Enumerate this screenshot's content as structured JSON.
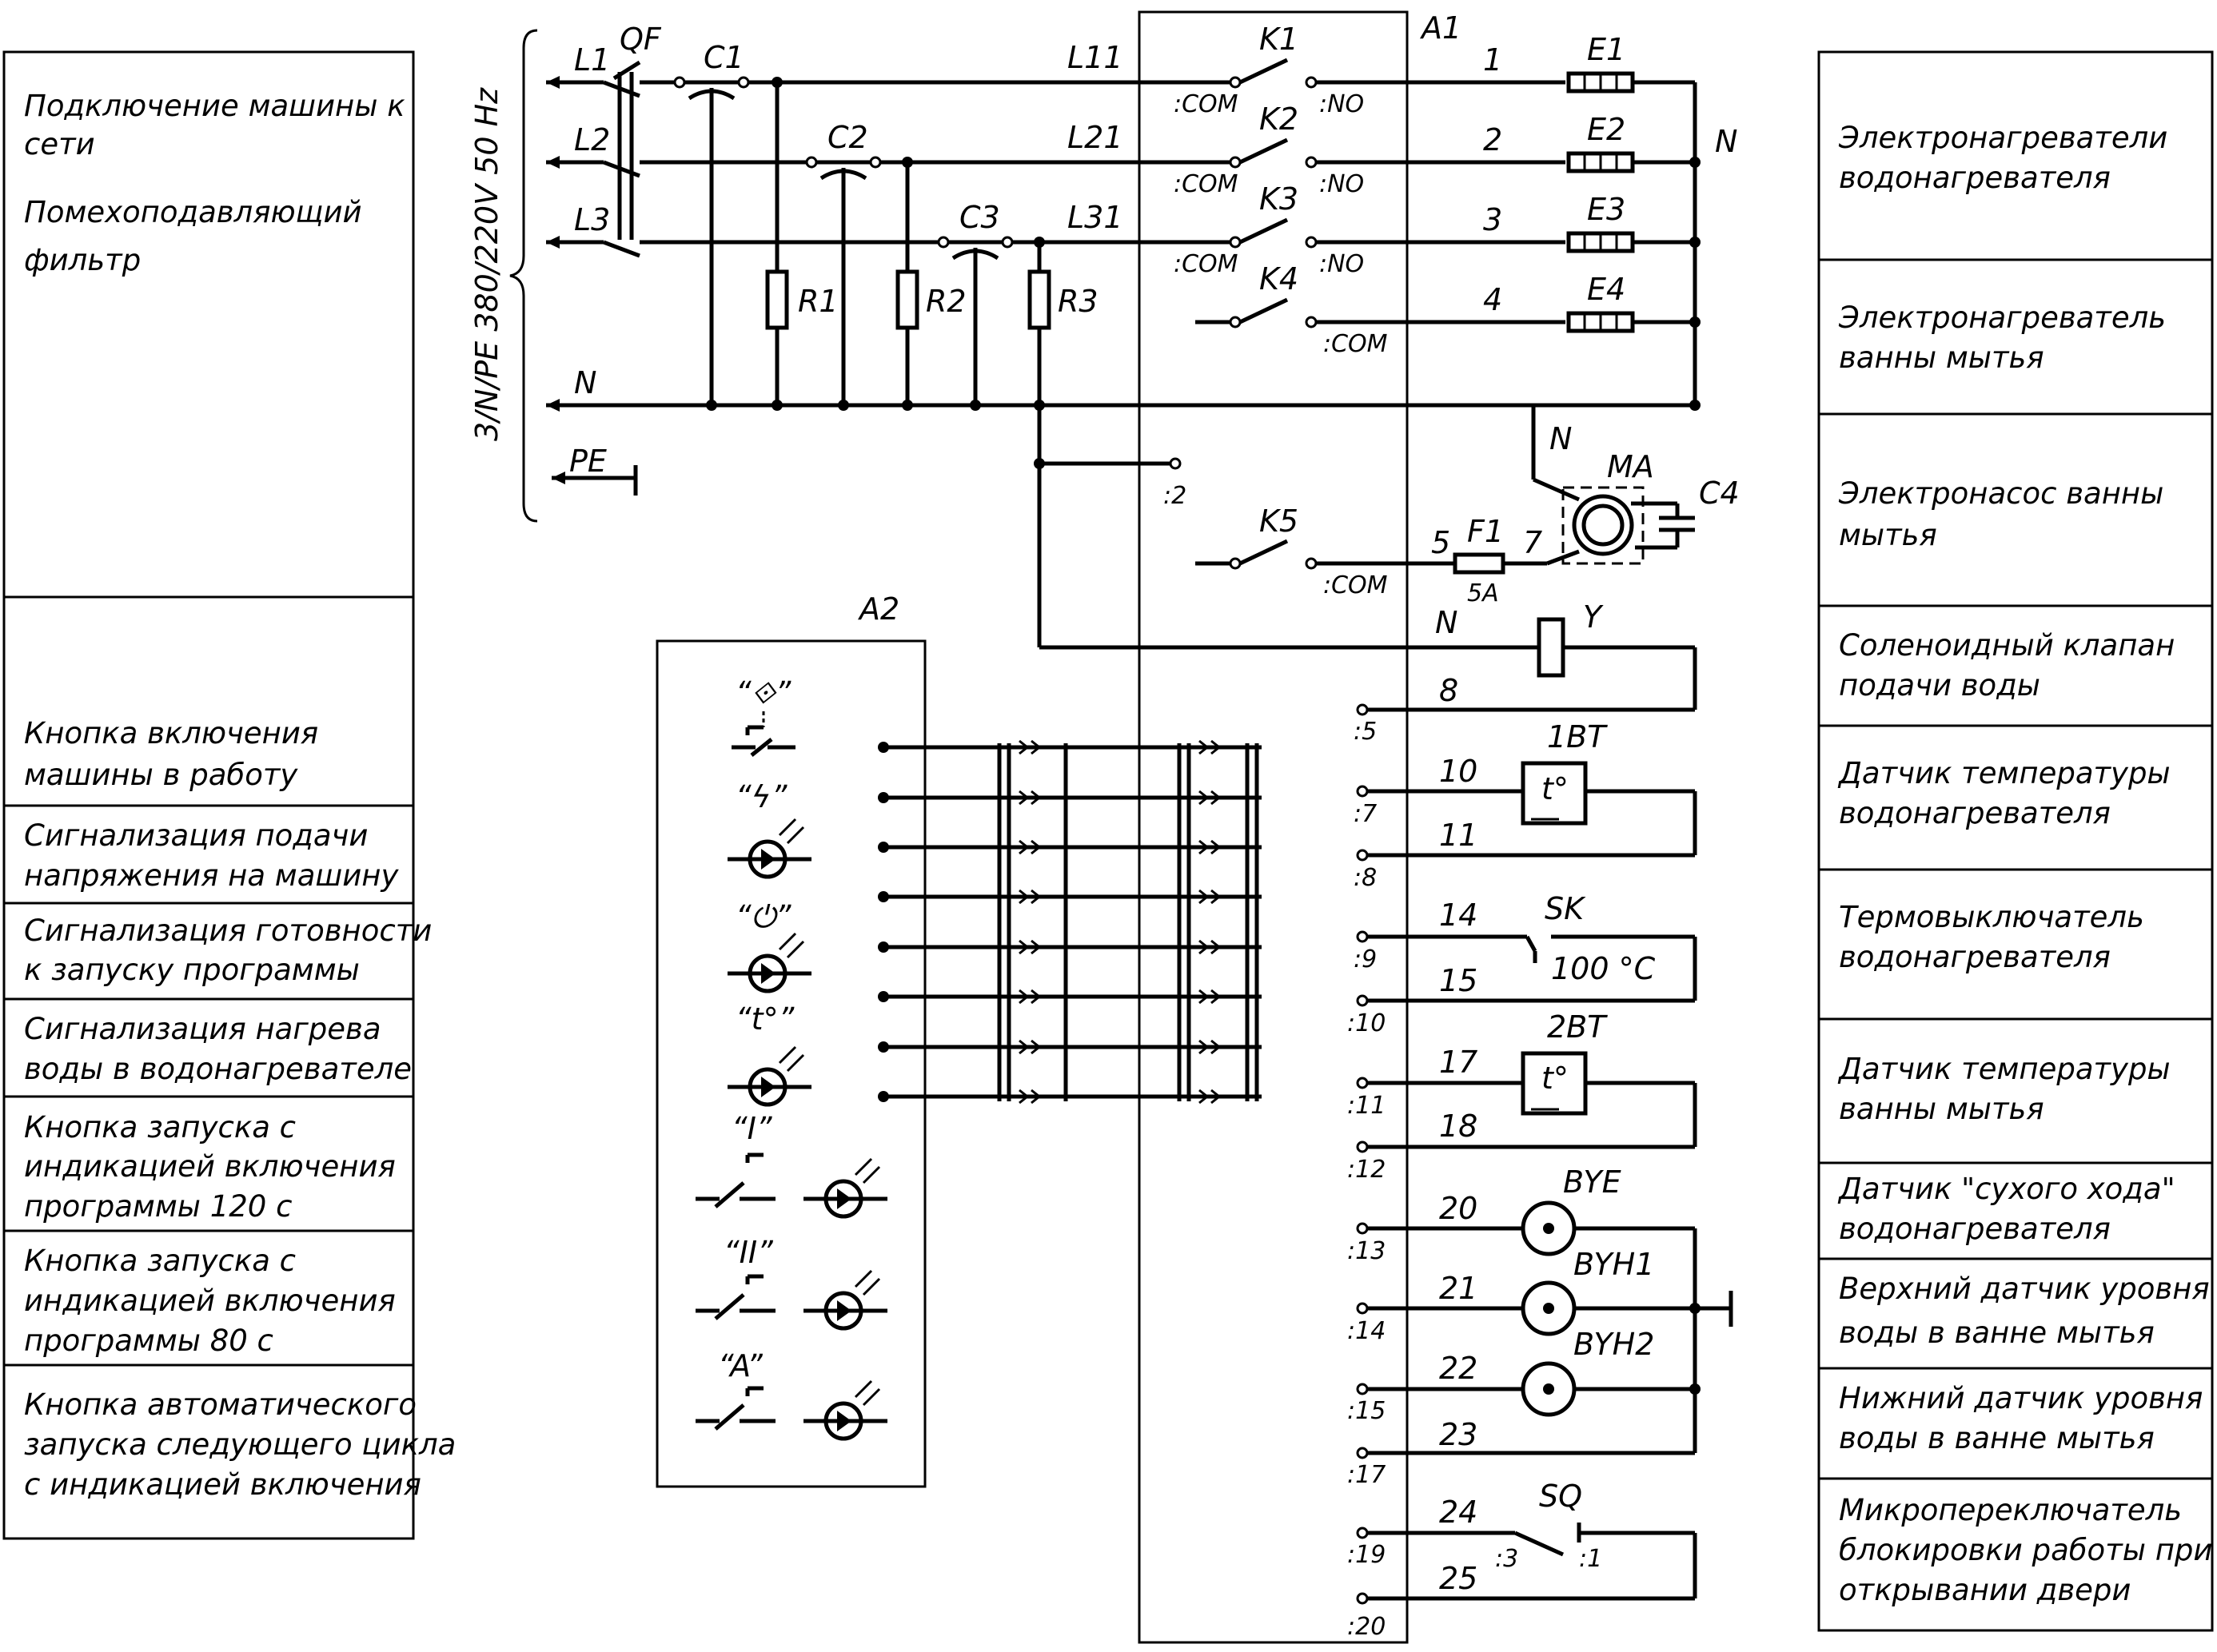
{
  "left_descriptions": [
    {
      "id": "mains",
      "lines": [
        "Подключение машины к",
        "сети"
      ]
    },
    {
      "id": "filter",
      "lines": [
        "Помехоподавляющий",
        "фильтр"
      ]
    },
    {
      "id": "start_btn",
      "lines": [
        "Кнопка включения",
        "машины в работу"
      ]
    },
    {
      "id": "power_sig",
      "lines": [
        "Сигнализация подачи",
        "напряжения на машину"
      ]
    },
    {
      "id": "ready_sig",
      "lines": [
        "Сигнализация готовности",
        "к запуску программы"
      ]
    },
    {
      "id": "heat_sig",
      "lines": [
        "Сигнализация нагрева",
        "воды в водонагревателе"
      ]
    },
    {
      "id": "prog120",
      "lines": [
        "Кнопка запуска с",
        "индикацией включения",
        "программы 120 с"
      ]
    },
    {
      "id": "prog80",
      "lines": [
        "Кнопка запуска с",
        "индикацией включения",
        "программы 80 с"
      ]
    },
    {
      "id": "auto",
      "lines": [
        "Кнопка автоматического",
        "запуска следующего цикла",
        "с индикацией включения"
      ]
    }
  ],
  "right_descriptions": [
    {
      "id": "heaters",
      "lines": [
        "Электронагреватели",
        "водонагревателя"
      ]
    },
    {
      "id": "bath_heater",
      "lines": [
        "Электронагреватель",
        "ванны мытья"
      ]
    },
    {
      "id": "pump",
      "lines": [
        "Электронасос ванны",
        "мытья"
      ]
    },
    {
      "id": "valve",
      "lines": [
        "Соленоидный клапан",
        "подачи воды"
      ]
    },
    {
      "id": "temp_heater",
      "lines": [
        "Датчик температуры",
        "водонагревателя"
      ]
    },
    {
      "id": "thermo_switch",
      "lines": [
        "Термовыключатель",
        "водонагревателя"
      ]
    },
    {
      "id": "temp_bath",
      "lines": [
        "Датчик температуры",
        "ванны мытья"
      ]
    },
    {
      "id": "dry_run",
      "lines": [
        "Датчик \"сухого хода\"",
        "водонагревателя"
      ]
    },
    {
      "id": "upper_level",
      "lines": [
        "Верхний датчик уровня",
        "воды в ванне мытья"
      ]
    },
    {
      "id": "lower_level",
      "lines": [
        "Нижний датчик уровня",
        "воды в ванне мытья"
      ]
    },
    {
      "id": "door_switch",
      "lines": [
        "Микропереключатель",
        "блокировки работы при",
        "открывании двери"
      ]
    }
  ],
  "supply_label": "3/N/PE 380/220V 50 Hz",
  "lines": {
    "l1": "L1",
    "l2": "L2",
    "l3": "L3",
    "n": "N",
    "pe": "PE",
    "qf": "QF",
    "l11": "L11",
    "l21": "L21",
    "l31": "L31"
  },
  "components": {
    "c1": "C1",
    "c2": "C2",
    "c3": "C3",
    "c4": "C4",
    "r1": "R1",
    "r2": "R2",
    "r3": "R3",
    "k1": "K1",
    "k2": "K2",
    "k3": "K3",
    "k4": "K4",
    "k5": "K5",
    "e1": "E1",
    "e2": "E2",
    "e3": "E3",
    "e4": "E4",
    "a1": "A1",
    "a2": "A2",
    "ma": "MA",
    "f1": "F1",
    "f1_rating": "5A",
    "y": "Y",
    "bt1": "1BT",
    "bt2": "2BT",
    "sk": "SK",
    "sk_temp": "100 °C",
    "bye": "BYE",
    "byh1": "BYH1",
    "byh2": "BYH2",
    "sq": "SQ",
    "tdeg": "t°"
  },
  "pins": {
    "com": ":COM",
    "no": ":NO",
    "p2": ":2",
    "p5": ":5",
    "p7": ":7",
    "p8": ":8",
    "p9": ":9",
    "p10": ":10",
    "p11": ":11",
    "p12": ":12",
    "p13": ":13",
    "p14": ":14",
    "p15": ":15",
    "p17": ":17",
    "p19": ":19",
    "p20": ":20",
    "sq3": ":3",
    "sq1": ":1"
  },
  "wires": {
    "w1": "1",
    "w2": "2",
    "w3": "3",
    "w4": "4",
    "w5": "5",
    "w7": "7",
    "w8": "8",
    "w10": "10",
    "w11": "11",
    "w14": "14",
    "w15": "15",
    "w17": "17",
    "w18": "18",
    "w20": "20",
    "w21": "21",
    "w22": "22",
    "w23": "23",
    "w24": "24",
    "w25": "25"
  },
  "panel_symbols": {
    "start": "“⟐”",
    "power": "“ϟ”",
    "ready": "“⏻”",
    "heat": "“t°”",
    "p1": "“I”",
    "p2": "“II”",
    "pa": "“A”"
  }
}
